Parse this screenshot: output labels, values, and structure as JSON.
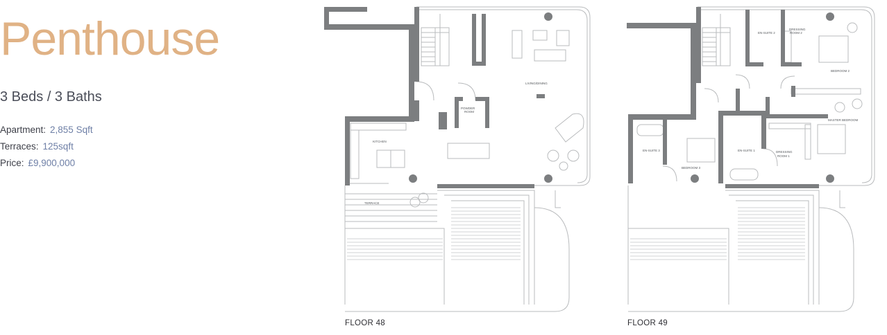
{
  "title": "Penthouse",
  "beds_baths": "3 Beds / 3 Baths",
  "details": [
    {
      "label": "Apartment:",
      "value": "2,855 Sqft"
    },
    {
      "label": "Terraces:",
      "value": "125sqft"
    },
    {
      "label": "Price:",
      "value": "£9,900,000"
    }
  ],
  "floor48": {
    "label": "FLOOR 48",
    "rooms": {
      "living": "LIVING/DINING",
      "powder": "POWDER",
      "powder2": "ROOM",
      "kitchen": "KITCHEN",
      "terrace": "TERRACE"
    }
  },
  "floor49": {
    "label": "FLOOR 49",
    "rooms": {
      "ensuite2": "EN-SUITE 2",
      "dressing2a": "DRESSING",
      "dressing2b": "ROOM 2",
      "bedroom2": "BEDROOM 2",
      "master": "MASTER BEDROOM",
      "ensuite3": "EN-SUITE 3",
      "bedroom3": "BEDROOM 3",
      "ensuite1": "EN-SUITE 1",
      "dressing1a": "DRESSING",
      "dressing1b": "ROOM 1"
    }
  },
  "colors": {
    "accent": "#e0b285",
    "value_text": "#6e7fa6",
    "wall": "#7c7e80",
    "line": "#b9bbbd"
  }
}
